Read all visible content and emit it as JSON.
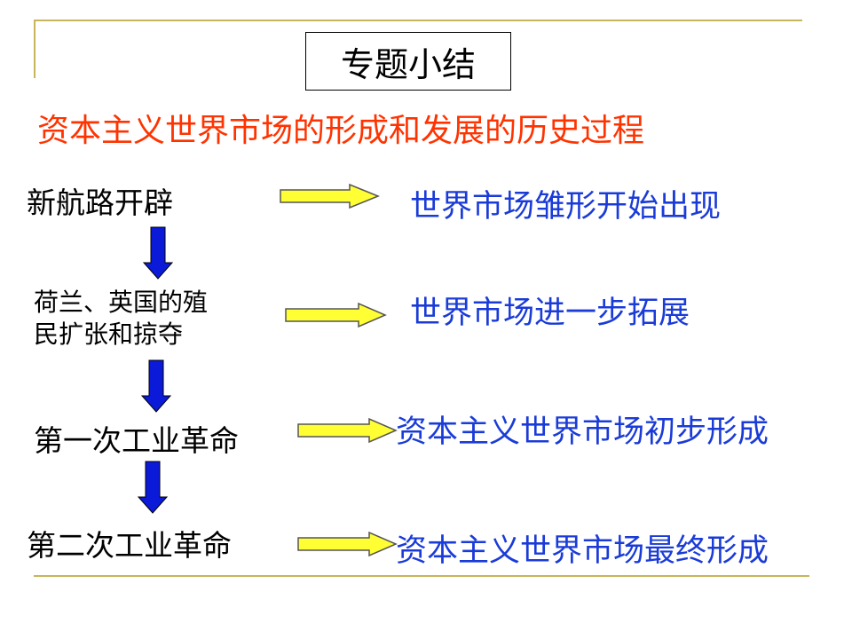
{
  "title": "专题小结",
  "subtitle": "资本主义世界市场的形成和发展的历史过程",
  "steps": [
    {
      "cause": "新航路开辟",
      "result": "世界市场雏形开始出现"
    },
    {
      "cause_line1": "荷兰、英国的殖",
      "cause_line2": "民扩张和掠夺",
      "result": "世界市场进一步拓展"
    },
    {
      "cause": "第一次工业革命",
      "result": "资本主义世界市场初步形成"
    },
    {
      "cause": "第二次工业革命",
      "result": "资本主义世界市场最终形成"
    }
  ],
  "colors": {
    "subtitle": "#ff3300",
    "result": "#1a3bd8",
    "right_arrow_fill": "#ffff33",
    "down_arrow_fill": "#0a1ad8",
    "rule": "#c8b45a"
  }
}
